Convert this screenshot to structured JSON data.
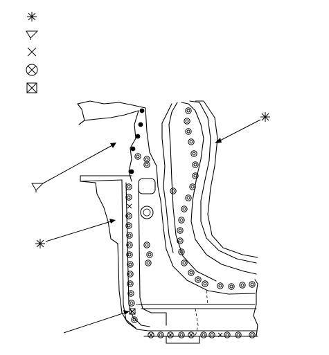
{
  "legend": {
    "items": [
      {
        "icon": "asterisk-weld-icon",
        "meaning": ""
      },
      {
        "icon": "triangle-flag-icon",
        "meaning": ""
      },
      {
        "icon": "cross-icon",
        "meaning": ""
      },
      {
        "icon": "circle-cross-icon",
        "meaning": ""
      },
      {
        "icon": "boxed-cross-icon",
        "meaning": ""
      }
    ]
  },
  "callouts": [
    {
      "symbol": "asterisk-weld-icon",
      "target": "inner-flange"
    },
    {
      "symbol": "triangle-flag-icon",
      "target": "solid-dot-row"
    },
    {
      "symbol": "asterisk-weld-icon",
      "target": "left-flange"
    },
    {
      "symbol": "none",
      "target": "lower-corner"
    }
  ],
  "colors": {
    "ink": "#000000",
    "paper": "#ffffff"
  }
}
